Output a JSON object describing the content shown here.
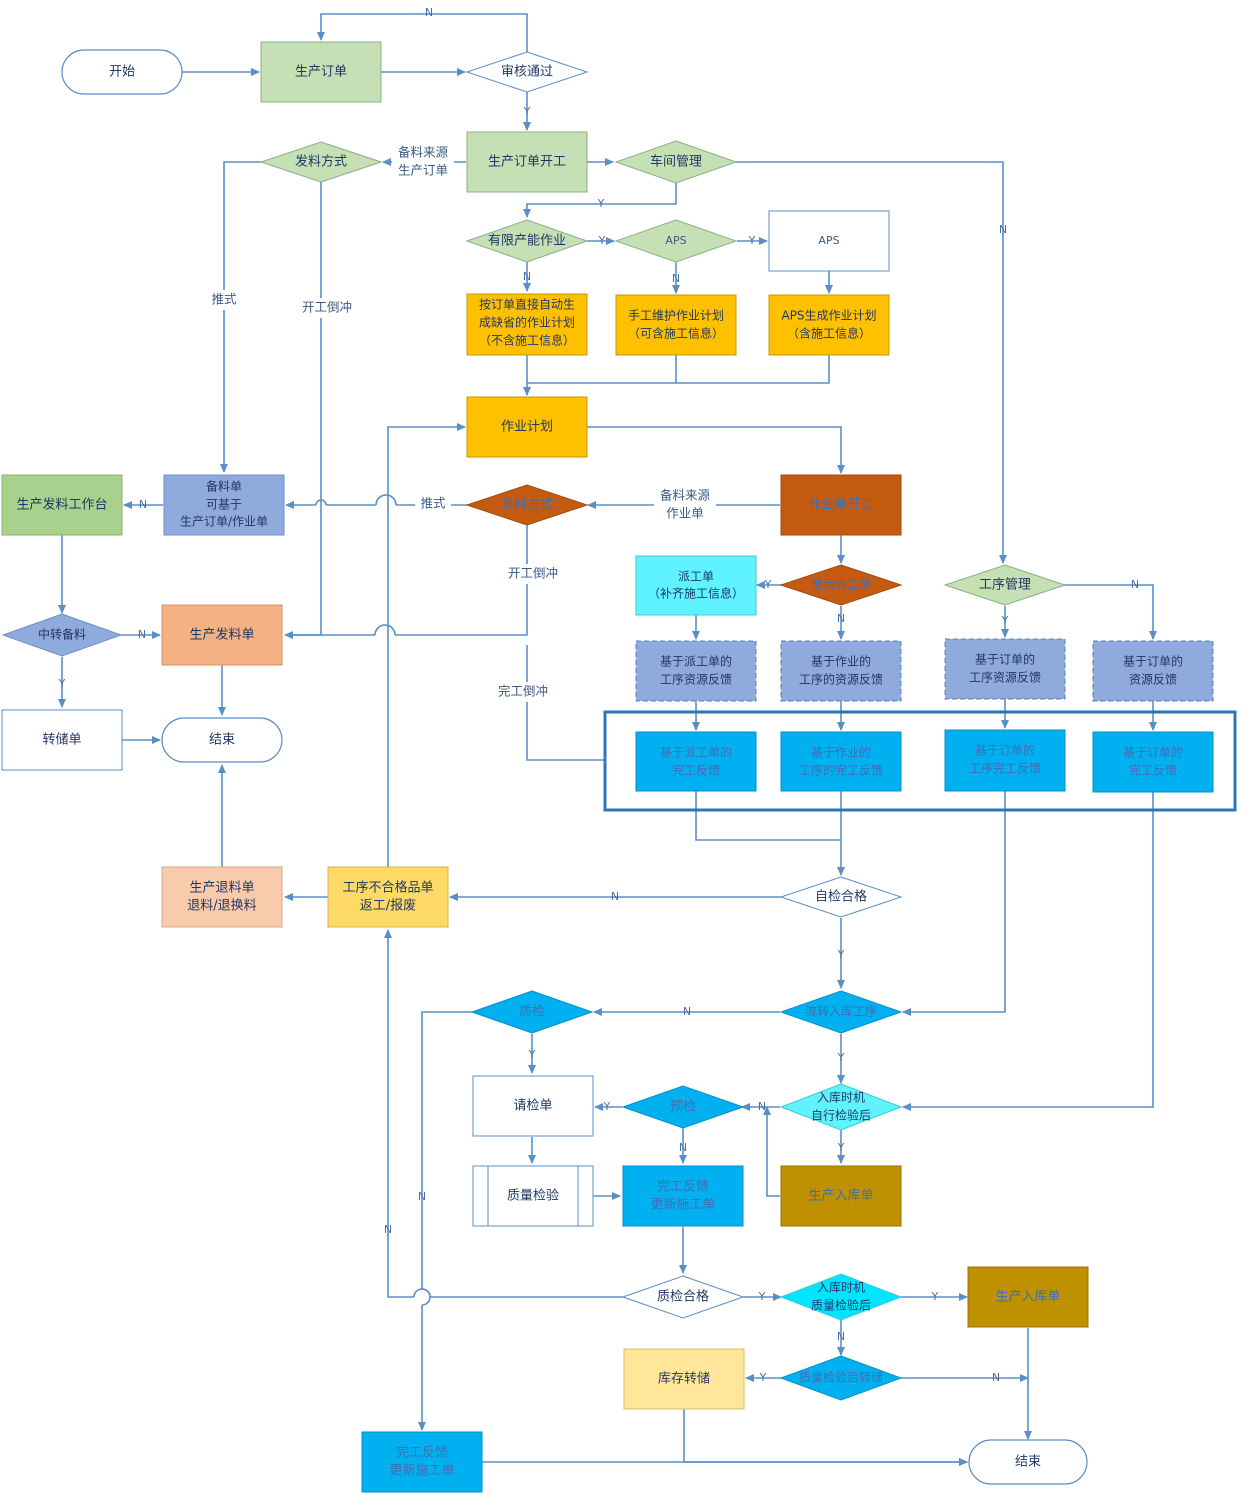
{
  "colors": {
    "line": "#5a8fc5",
    "green": "#c5e0b4",
    "orange": "#ffc000",
    "brown": "#c55a11",
    "blue_light": "#8faadc",
    "cyan": "#00b0f0",
    "aqua": "#5ff3ff",
    "peach": "#f4b183",
    "salmon": "#f8cbad",
    "yellow": "#ffd966",
    "cream": "#ffe699",
    "olive": "#bf9000"
  },
  "nodes": {
    "start": "开始",
    "prod_order": "生产订单",
    "review": "审核通过",
    "order_start": "生产订单开工",
    "issue_method_1": "发料方式",
    "shop_mgmt": "车间管理",
    "limited_capacity": "有限产能作业",
    "aps_diamond": "APS",
    "aps_box": "APS",
    "auto_plan": [
      "按订单直接自动生",
      "成缺省的作业计划",
      "（不含施工信息）"
    ],
    "manual_plan": [
      "手工维护作业计划",
      "（可含施工信息）"
    ],
    "aps_plan": [
      "APS生成作业计划",
      "（含施工信息）"
    ],
    "work_plan": "作业计划",
    "work_order_start": "作业单开工",
    "issue_method_2": "发料方式",
    "prep_list": [
      "备料单",
      "可基于",
      "生产订单/作业单"
    ],
    "issue_workbench": "生产发料工作台",
    "transit_prep": "中转备料",
    "issue_order": "生产发料单",
    "transfer_order": "转储单",
    "end_1": "结束",
    "dispatch_order": [
      "派工单",
      "（补齐施工信息）"
    ],
    "use_dispatch": "使用派工单",
    "process_mgmt": "工序管理",
    "fb_res_dispatch": [
      "基于派工单的",
      "工序资源反馈"
    ],
    "fb_res_work": [
      "基于作业的",
      "工序的资源反馈"
    ],
    "fb_res_order_proc": [
      "基于订单的",
      "工序资源反馈"
    ],
    "fb_res_order": [
      "基于订单的",
      "资源反馈"
    ],
    "fb_done_dispatch": [
      "基于派工单的",
      "完工反馈"
    ],
    "fb_done_work": [
      "基于作业的",
      "工序的完工反馈"
    ],
    "fb_done_order_proc": [
      "基于订单的",
      "工序完工反馈"
    ],
    "fb_done_order": [
      "基于订单的",
      "完工反馈"
    ],
    "self_check": "自检合格",
    "nonconform": [
      "工序不合格品单",
      "返工/报废"
    ],
    "return_order": [
      "生产退料单",
      "退料/退换料"
    ],
    "inspection": "质检",
    "flow_in": "流转入库工序",
    "inspect_req": "请检单",
    "pre_inspect": "预检",
    "instock_timing_self": [
      "入库时机",
      "自行检验后"
    ],
    "quality_check": "质量检验",
    "done_update_1": [
      "完工反馈",
      "更新施工单"
    ],
    "instock_1": "生产入库单",
    "qc_pass": "质检合格",
    "instock_timing_qc": [
      "入库时机",
      "质量检验后"
    ],
    "instock_2": "生产入库单",
    "stock_transfer": "库存转储",
    "transfer_after_qc": "质量检验后转储",
    "done_update_2": [
      "完工反馈",
      "更新施工单"
    ],
    "end_2": "结束"
  },
  "labels": {
    "y": "Y",
    "n": "N",
    "prep_source_order": [
      "备料来源",
      "生产订单"
    ],
    "prep_source_work": [
      "备料来源",
      "作业单"
    ],
    "push": "推式",
    "backflush_start": "开工倒冲",
    "backflush_done": "完工倒冲"
  }
}
